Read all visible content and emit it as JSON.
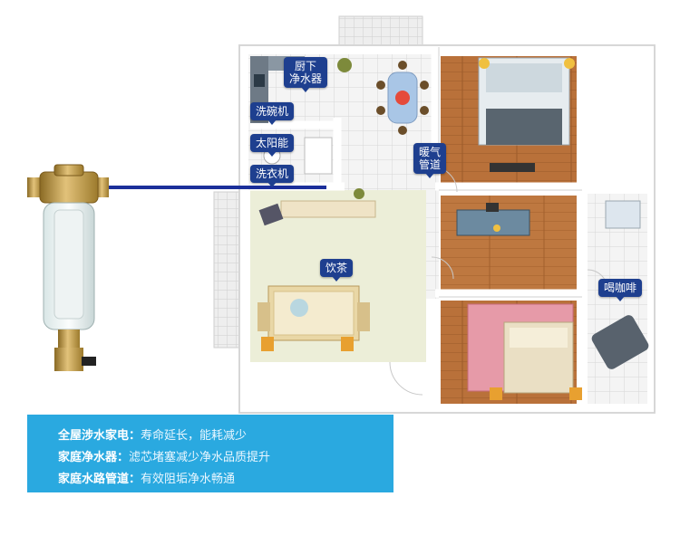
{
  "labels": {
    "kitchen_purifier": "厨下\n净水器",
    "dishwasher": "洗碗机",
    "solar": "太阳能",
    "washer": "洗衣机",
    "heating": "暖气\n管道",
    "tea": "饮茶",
    "coffee": "喝咖啡"
  },
  "banner": {
    "line1_key": "全屋涉水家电：",
    "line1_val": "寿命延长，能耗减少",
    "line2_key": "家庭净水器：",
    "line2_val": "滤芯堵塞减少净水品质提升",
    "line3_key": "家庭水路管道：",
    "line3_val": "有效阻垢净水畅通"
  },
  "colors": {
    "wood_floor": "#b86a34",
    "tile_floor": "#f2f2f2",
    "wall": "#ffffff",
    "pipe": "#1b2f9a",
    "label_bg": "#1e3f8f",
    "banner": "#2aa9e0",
    "brass": "#c9a24a"
  }
}
